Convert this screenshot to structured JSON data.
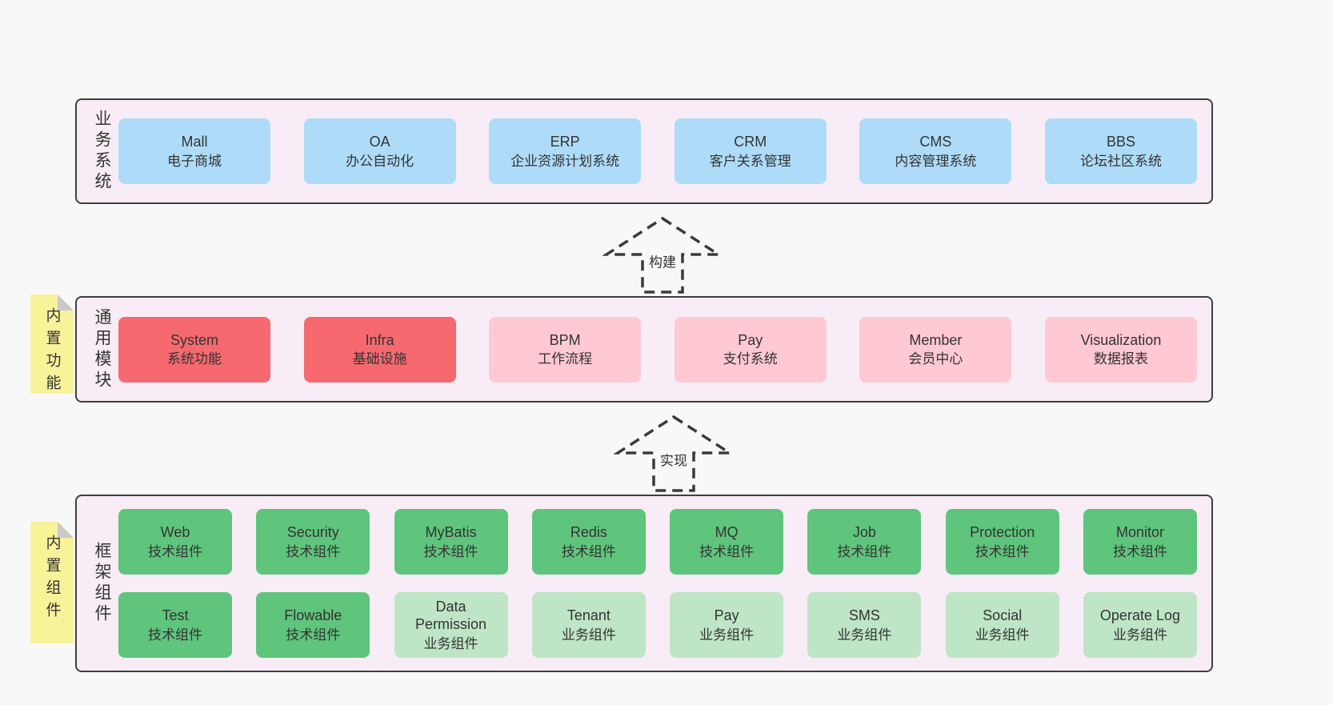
{
  "colors": {
    "page_background": "#f8f8f8",
    "band_background": "#f8edf6",
    "band_border": "#3f3f3f",
    "business_box": "#aedcf8",
    "core_module_box": "#f5696f",
    "optional_module_box": "#fec9d2",
    "technical_component_box": "#5fc57d",
    "business_component_box": "#bee5c6",
    "sticky_note": "#f8f39a",
    "sticky_note_fold": "#c9c9c9",
    "arrow_stroke": "#3b3b3b",
    "text": "#333333"
  },
  "arrows": {
    "build": {
      "label": "构建"
    },
    "implement": {
      "label": "实现"
    }
  },
  "bands": {
    "business": {
      "label": "业务系统",
      "boxes": [
        {
          "name": "Mall",
          "desc": "电子商城",
          "variant": "blue"
        },
        {
          "name": "OA",
          "desc": "办公自动化",
          "variant": "blue"
        },
        {
          "name": "ERP",
          "desc": "企业资源计划系统",
          "variant": "blue"
        },
        {
          "name": "CRM",
          "desc": "客户关系管理",
          "variant": "blue"
        },
        {
          "name": "CMS",
          "desc": "内容管理系统",
          "variant": "blue"
        },
        {
          "name": "BBS",
          "desc": "论坛社区系统",
          "variant": "blue"
        }
      ]
    },
    "modules": {
      "label": "通用模块",
      "note": "内置功能",
      "boxes": [
        {
          "name": "System",
          "desc": "系统功能",
          "variant": "red"
        },
        {
          "name": "Infra",
          "desc": "基础设施",
          "variant": "red"
        },
        {
          "name": "BPM",
          "desc": "工作流程",
          "variant": "pink"
        },
        {
          "name": "Pay",
          "desc": "支付系统",
          "variant": "pink"
        },
        {
          "name": "Member",
          "desc": "会员中心",
          "variant": "pink"
        },
        {
          "name": "Visualization",
          "desc": "数据报表",
          "variant": "pink"
        }
      ]
    },
    "framework": {
      "label": "框架组件",
      "note": "内置组件",
      "rows": [
        [
          {
            "name": "Web",
            "desc": "技术组件",
            "variant": "green"
          },
          {
            "name": "Security",
            "desc": "技术组件",
            "variant": "green"
          },
          {
            "name": "MyBatis",
            "desc": "技术组件",
            "variant": "green"
          },
          {
            "name": "Redis",
            "desc": "技术组件",
            "variant": "green"
          },
          {
            "name": "MQ",
            "desc": "技术组件",
            "variant": "green"
          },
          {
            "name": "Job",
            "desc": "技术组件",
            "variant": "green"
          },
          {
            "name": "Protection",
            "desc": "技术组件",
            "variant": "green"
          },
          {
            "name": "Monitor",
            "desc": "技术组件",
            "variant": "green"
          }
        ],
        [
          {
            "name": "Test",
            "desc": "技术组件",
            "variant": "green"
          },
          {
            "name": "Flowable",
            "desc": "技术组件",
            "variant": "green"
          },
          {
            "name": "Data Permission",
            "desc": "业务组件",
            "variant": "green-light"
          },
          {
            "name": "Tenant",
            "desc": "业务组件",
            "variant": "green-light"
          },
          {
            "name": "Pay",
            "desc": "业务组件",
            "variant": "green-light"
          },
          {
            "name": "SMS",
            "desc": "业务组件",
            "variant": "green-light"
          },
          {
            "name": "Social",
            "desc": "业务组件",
            "variant": "green-light"
          },
          {
            "name": "Operate Log",
            "desc": "业务组件",
            "variant": "green-light"
          }
        ]
      ]
    }
  }
}
